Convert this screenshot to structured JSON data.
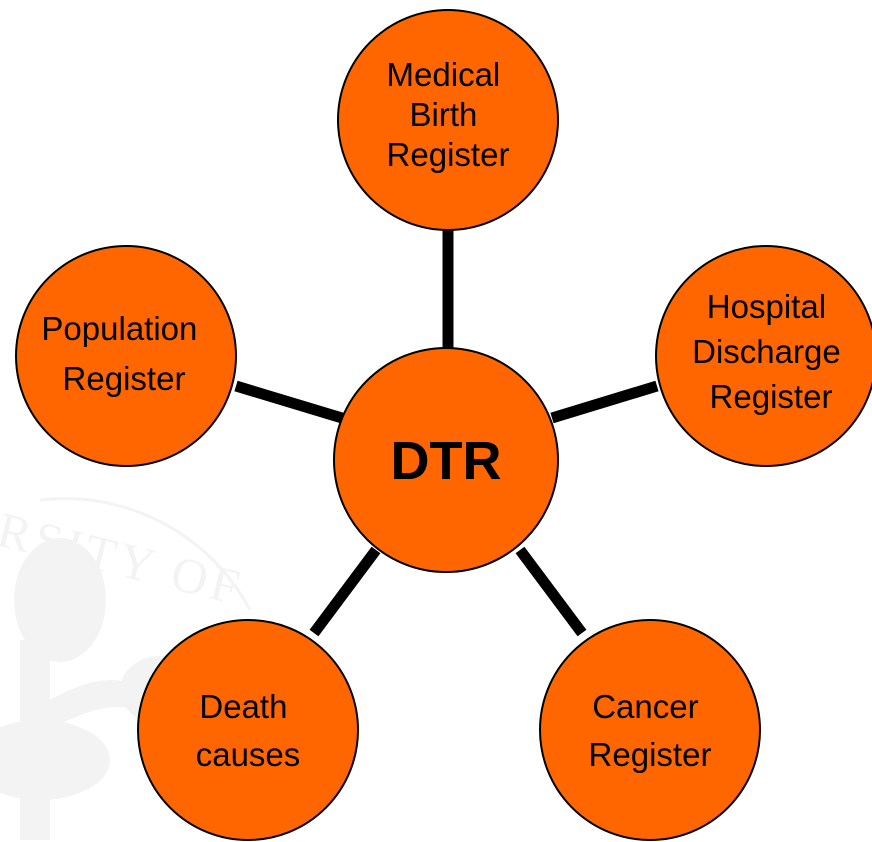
{
  "diagram": {
    "colors": {
      "node_fill": "#ff6600",
      "node_stroke": "#000000",
      "connector": "#000000",
      "background": "#ffffff",
      "watermark": "#000000"
    },
    "center": {
      "label": "DTR"
    },
    "nodes": [
      {
        "id": "medical-birth-register",
        "lines": [
          "Medical",
          "Birth",
          "Register"
        ]
      },
      {
        "id": "hospital-discharge-register",
        "lines": [
          "Hospital",
          "Discharge",
          "Register"
        ]
      },
      {
        "id": "cancer-register",
        "lines": [
          "Cancer",
          "Register"
        ]
      },
      {
        "id": "death-causes",
        "lines": [
          "Death",
          "causes"
        ]
      },
      {
        "id": "population-register",
        "lines": [
          "Population",
          "Register"
        ]
      }
    ],
    "watermark": {
      "text": "RSITY OF"
    }
  }
}
